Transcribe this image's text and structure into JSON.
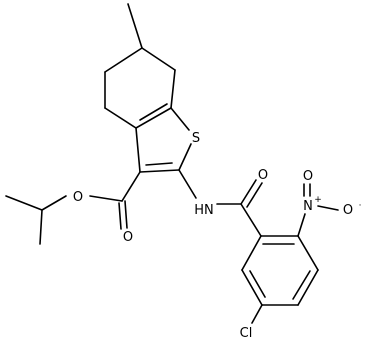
{
  "molecule": {
    "atoms": {
      "sulfur": "S",
      "amide_nh": "HN",
      "amide_oxygen": "O",
      "ester_oxygen_carbonyl": "O",
      "ester_oxygen_ether": "O",
      "nitro_nitrogen": "N",
      "nitro_nitrogen_charge": "+",
      "nitro_oxygen_double": "O",
      "nitro_oxygen_single": "O",
      "nitro_oxygen_radical": "·",
      "chlorine": "Cl"
    }
  },
  "colors": {
    "bond": "#000000",
    "text": "#000000",
    "background": "#ffffff"
  }
}
